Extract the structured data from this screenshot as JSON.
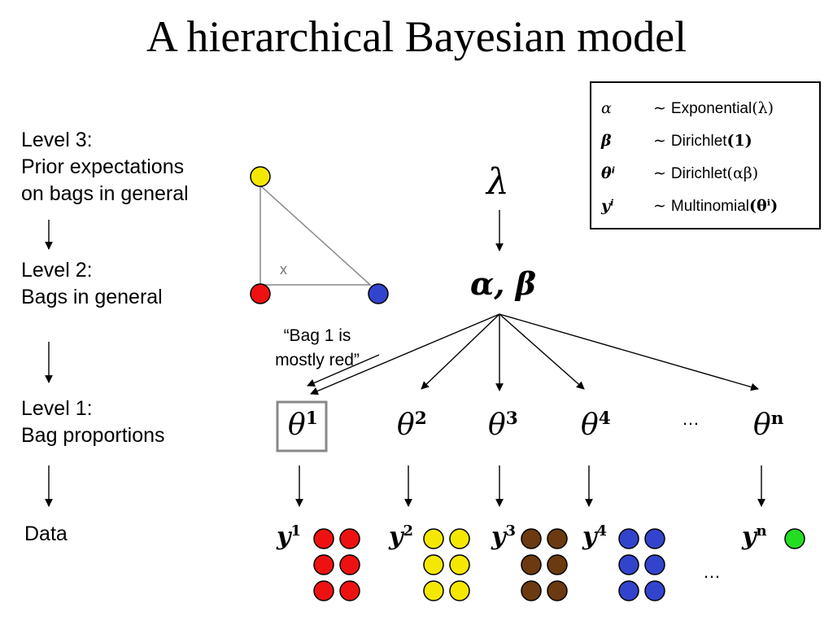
{
  "title": "A hierarchical Bayesian model",
  "levels": {
    "level3": {
      "heading": "Level 3:",
      "line1": "Prior expectations",
      "line2": "on bags in general"
    },
    "level2": {
      "heading": "Level 2:",
      "line1": "Bags in general"
    },
    "level1": {
      "heading": "Level 1:",
      "line1": "Bag proportions"
    },
    "data": "Data"
  },
  "legend": [
    {
      "symbol": "α",
      "dist": "Exponential",
      "arg": "(λ)"
    },
    {
      "symbol": "β",
      "dist": "Dirichlet",
      "arg": "(1)"
    },
    {
      "symbol": "θⁱ",
      "dist": "Dirichlet",
      "arg": "(αβ)"
    },
    {
      "symbol": "yⁱ",
      "dist": "Multinomial",
      "arg": "(θⁱ)"
    }
  ],
  "legend_tilde": "∼",
  "nodes": {
    "lambda": "λ",
    "alpha_beta": "α, β",
    "thetas": [
      {
        "base": "θ",
        "sup": "1"
      },
      {
        "base": "θ",
        "sup": "2"
      },
      {
        "base": "θ",
        "sup": "3"
      },
      {
        "base": "θ",
        "sup": "4"
      },
      {
        "base": "θ",
        "sup": "n"
      }
    ],
    "ys": [
      {
        "base": "y",
        "sup": "1"
      },
      {
        "base": "y",
        "sup": "2"
      },
      {
        "base": "y",
        "sup": "3"
      },
      {
        "base": "y",
        "sup": "4"
      },
      {
        "base": "y",
        "sup": "n"
      }
    ],
    "ellipsis_theta": "…",
    "ellipsis_data": "…"
  },
  "quote": {
    "line1": "“Bag 1 is",
    "line2": "mostly red”"
  },
  "simplex": {
    "marker": "x"
  },
  "colors": {
    "red": "#ee1111",
    "yellow": "#f5e800",
    "brown": "#6b3a10",
    "blue": "#3344cc",
    "green": "#22dd22",
    "gray": "#888888"
  },
  "bag_colors": [
    "red",
    "yellow",
    "brown",
    "blue",
    "green"
  ]
}
